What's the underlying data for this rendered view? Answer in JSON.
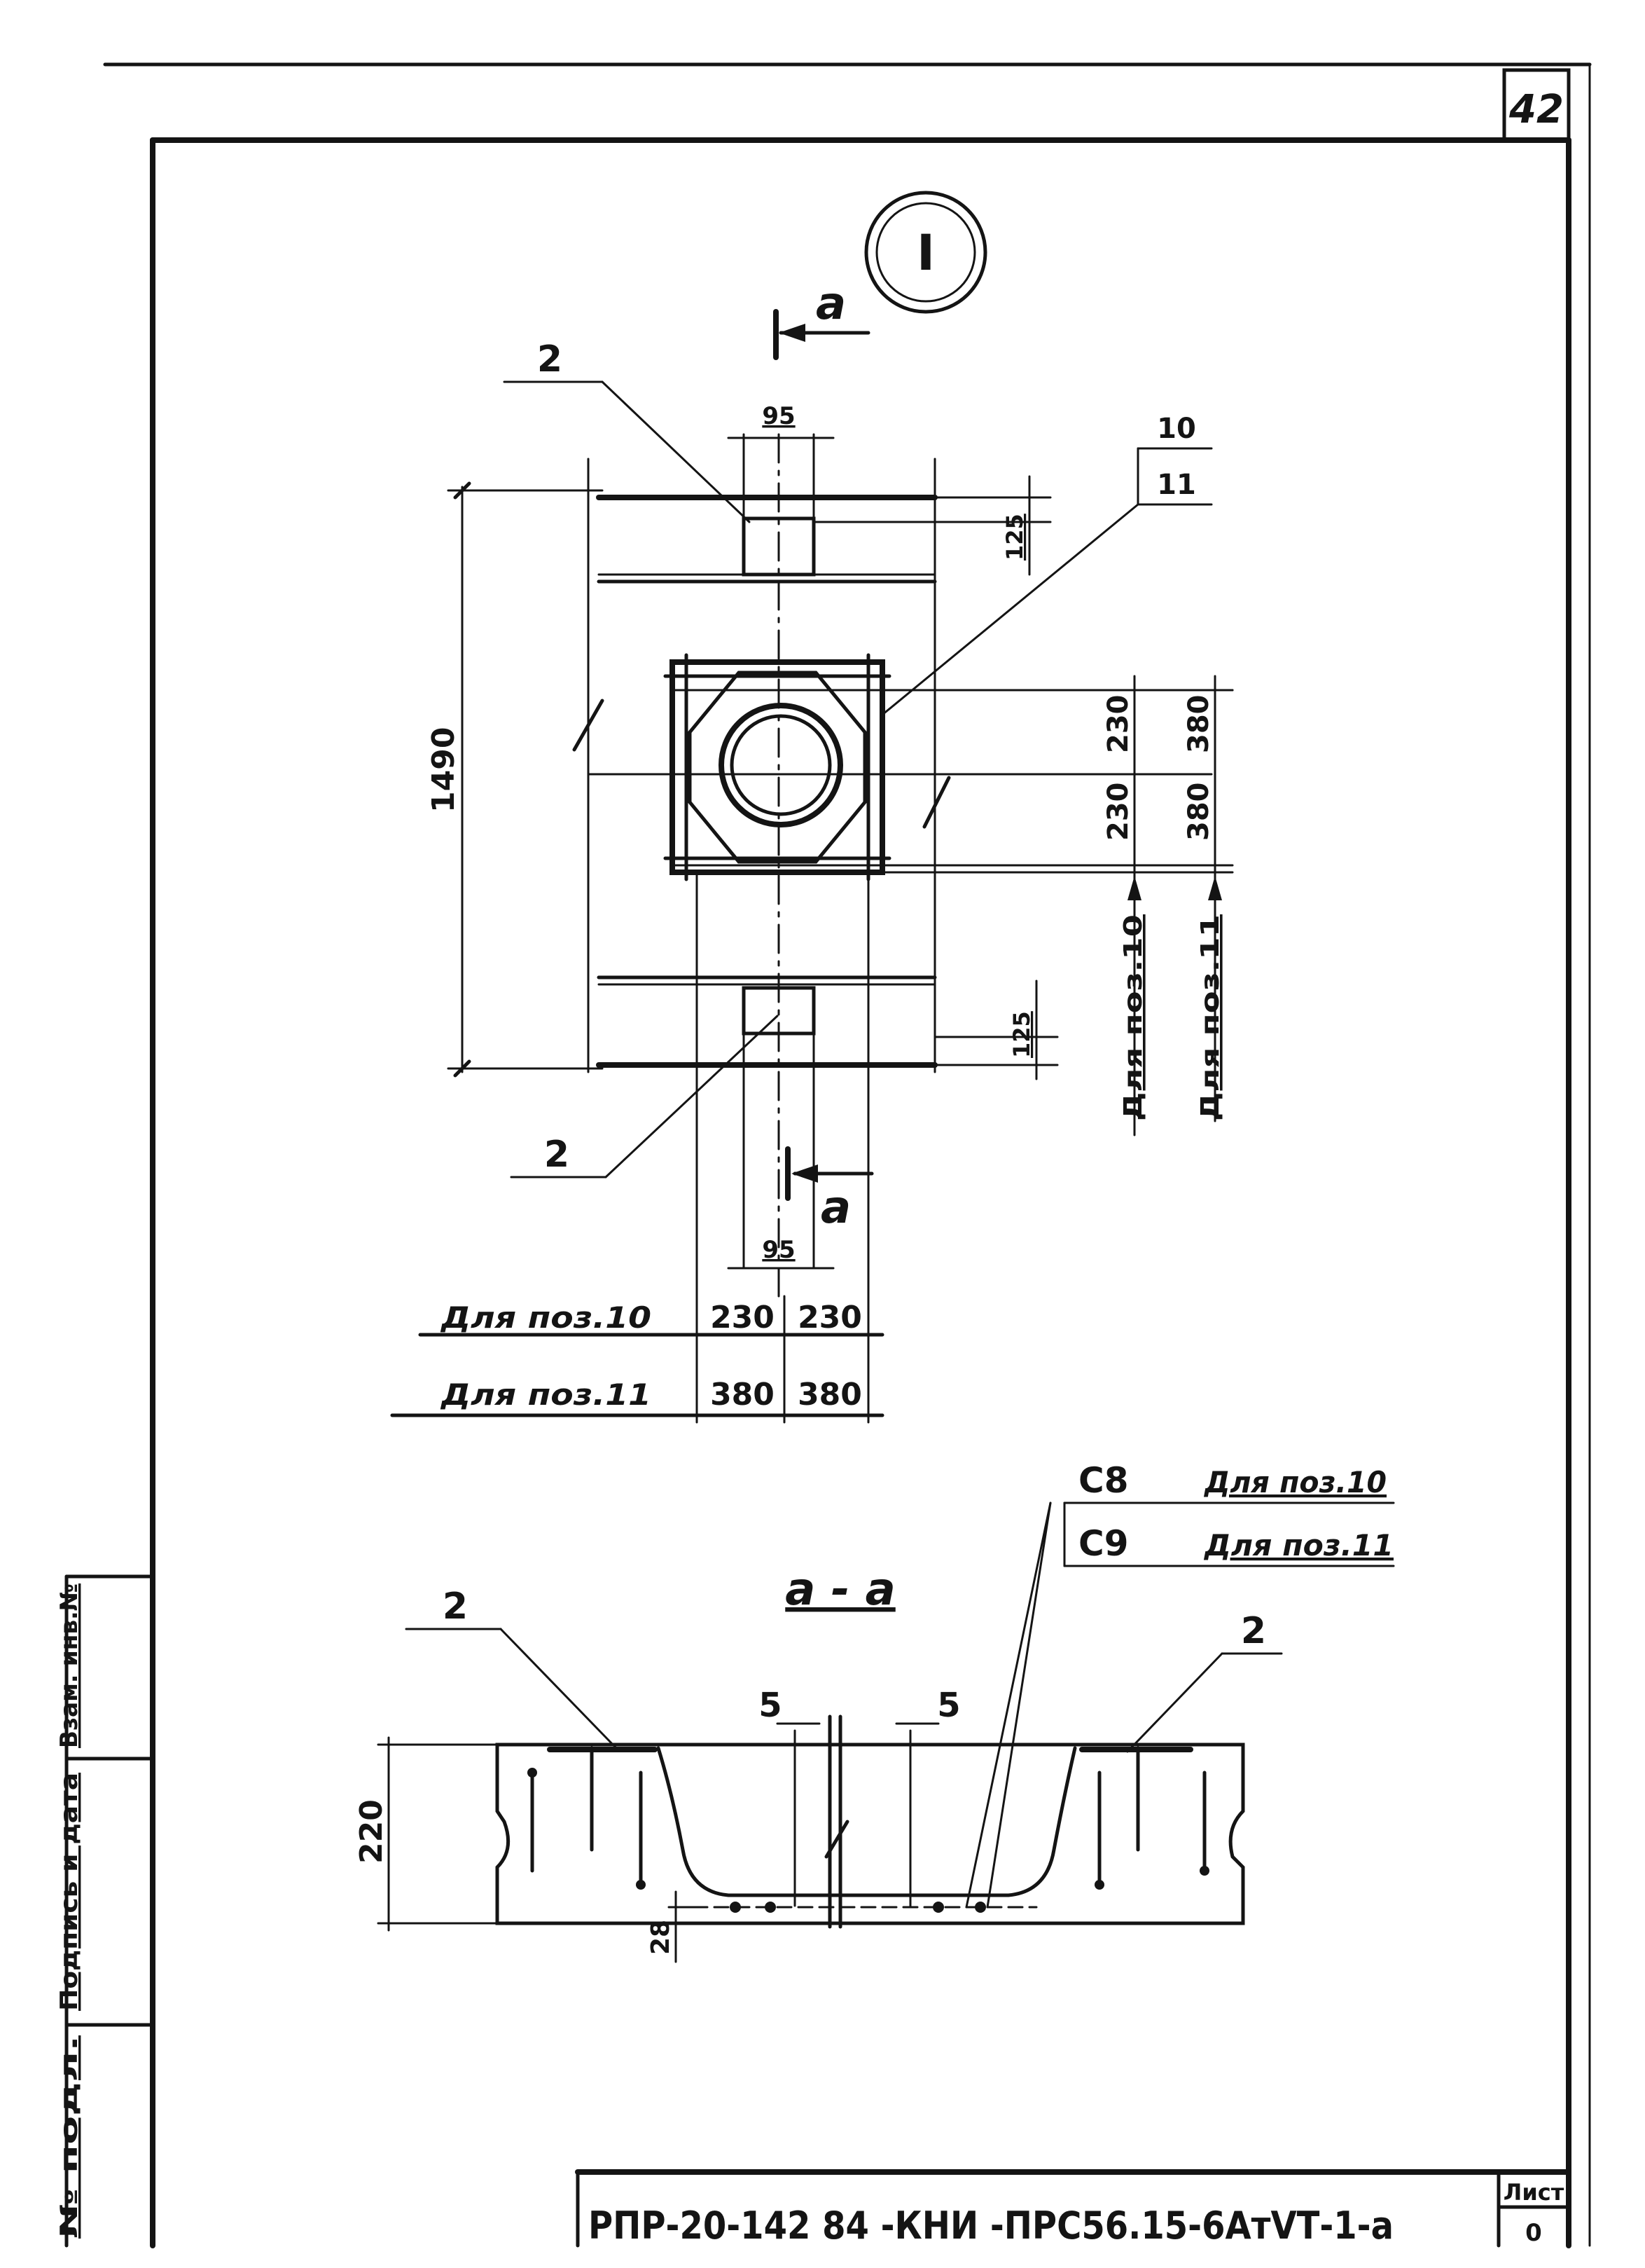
{
  "sheet": {
    "page_number": "42",
    "stamp_code": "РПР-20-142 84 -КНИ -ПРС56.15-6АтVТ-1-а",
    "stamp_sheet_label": "Лист",
    "stamp_sheet_value": "0"
  },
  "side_strip": {
    "cell_top": "Взам. инв.№",
    "cell_middle": "Подпись и дата",
    "cell_bottom": "№ подл."
  },
  "plan_view": {
    "detail_marker": "I",
    "section_mark_top": "а",
    "section_mark_bottom": "а",
    "callout_2_top": "2",
    "callout_2_bottom": "2",
    "callout_10": "10",
    "callout_11": "11",
    "dim_95_top": "95",
    "dim_95_bottom": "95",
    "dim_125_top": "125",
    "dim_125_bottom": "125",
    "dim_1490": "1490",
    "dim_230_a": "230",
    "dim_230_b": "230",
    "dim_380_a": "380",
    "dim_380_b": "380",
    "label_pos10_vertical": "Для поз.10",
    "label_pos11_vertical": "Для поз.11",
    "row1_label": "Для поз.10",
    "row1_val_a": "230",
    "row1_val_b": "230",
    "row2_label": "Для поз.11",
    "row2_val_a": "380",
    "row2_val_b": "380"
  },
  "section_view": {
    "title": "а - а",
    "callout_2_left": "2",
    "callout_2_right": "2",
    "dim_5_left": "5",
    "dim_5_right": "5",
    "dim_220": "220",
    "dim_28": "28",
    "legend_c8_code": "С8",
    "legend_c8_text": "Для поз.10",
    "legend_c9_code": "С9",
    "legend_c9_text": "Для поз.11"
  }
}
